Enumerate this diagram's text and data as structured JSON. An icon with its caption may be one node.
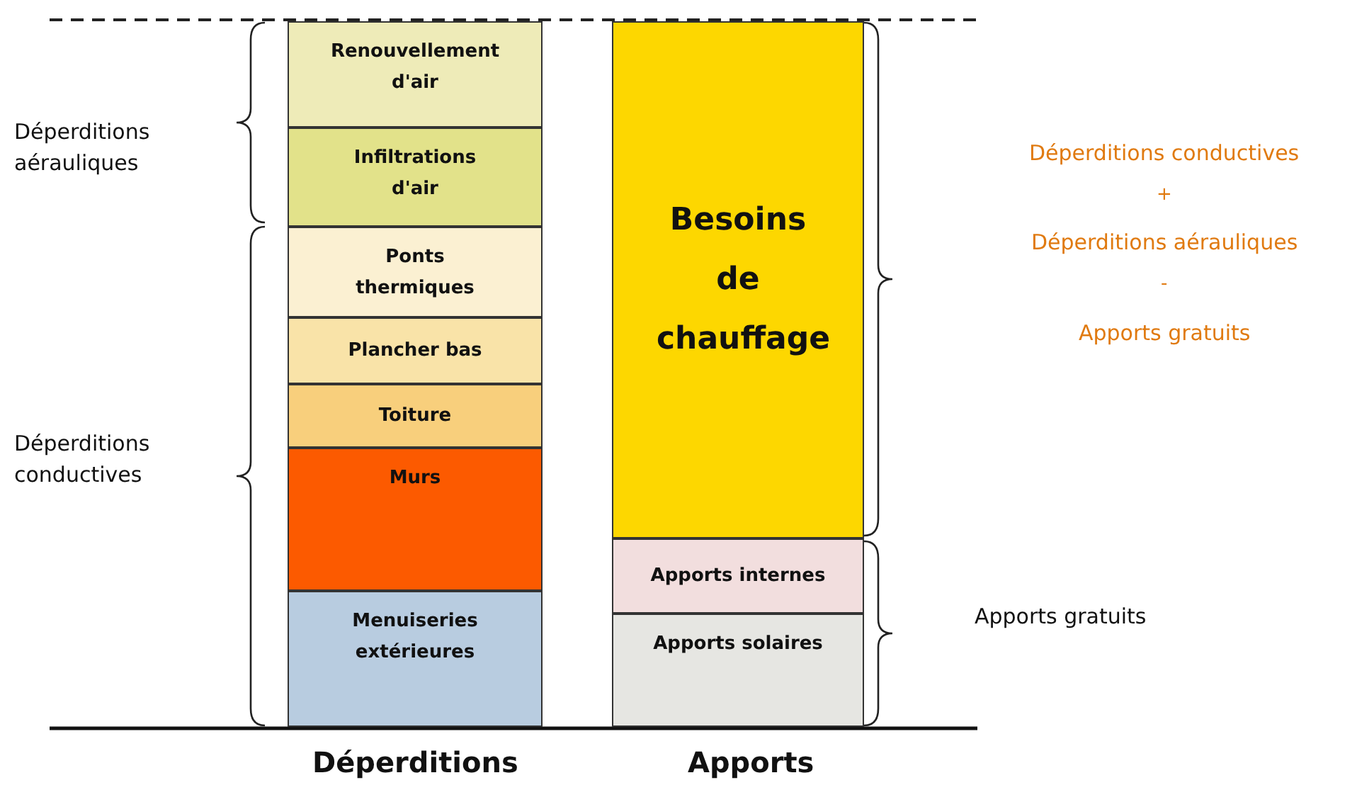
{
  "diagram": {
    "nodes": [
      {
        "text": [
          "Renouvellement d'air"
        ]
      },
      {
        "text": [
          "Infiltrations d'air"
        ]
      },
      {
        "text": [
          "Ponts thermiques"
        ]
      },
      {
        "text": [
          "Plancher bas"
        ]
      },
      {
        "text": [
          "Toiture"
        ]
      },
      {
        "text": [
          "Murs"
        ]
      },
      {
        "text": [
          "Menuiseries extérieures"
        ]
      },
      {
        "text": [
          "Besoins de chauffage"
        ]
      },
      {
        "text": [
          "Apports internes"
        ]
      },
      {
        "text": [
          "Apports solaires"
        ]
      }
    ],
    "edges": [],
    "labels": [
      "Déperditions aérauliques",
      "Déperditions conductives",
      "+",
      "Déperditions aérauliques",
      "-",
      "Apports gratuits",
      "Déperditions conductives",
      "Apports gratuits",
      "Déperditions",
      "Apports"
    ]
  }
}
